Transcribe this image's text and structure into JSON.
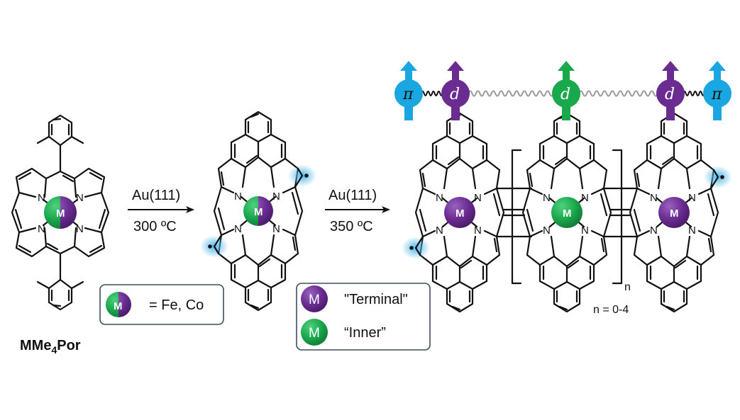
{
  "compound_label": {
    "main": "MMe",
    "sub": "4",
    "tail": "Por"
  },
  "step1": {
    "condition_top": "Au(111)",
    "condition_bottom": "300 ºC"
  },
  "step2": {
    "condition_top": "Au(111)",
    "condition_bottom": "350 ºC"
  },
  "metal_symbol": "M",
  "atom_label": "N",
  "legend_metal": {
    "text": "= Fe, Co"
  },
  "legend_sites": {
    "terminal": "\"Terminal\"",
    "inner": "“Inner”"
  },
  "repeat_label": {
    "subscript": "n",
    "range": "n = 0-4"
  },
  "spin_chain": {
    "sites": [
      {
        "type": "pi",
        "symbol": "π",
        "color": "#1aa6e0"
      },
      {
        "type": "d-terminal",
        "symbol": "d",
        "color": "#6a2c91"
      },
      {
        "type": "d-inner",
        "symbol": "d",
        "color": "#1aa84c"
      },
      {
        "type": "d-terminal",
        "symbol": "d",
        "color": "#6a2c91"
      },
      {
        "type": "pi",
        "symbol": "π",
        "color": "#1aa6e0"
      }
    ],
    "strong_coupling_color": "#111111",
    "weak_coupling_color": "#999999"
  },
  "colors": {
    "terminal_metal": "#6a2c91",
    "inner_metal": "#1aa84c",
    "radical_glow": "#4ab3e8"
  }
}
